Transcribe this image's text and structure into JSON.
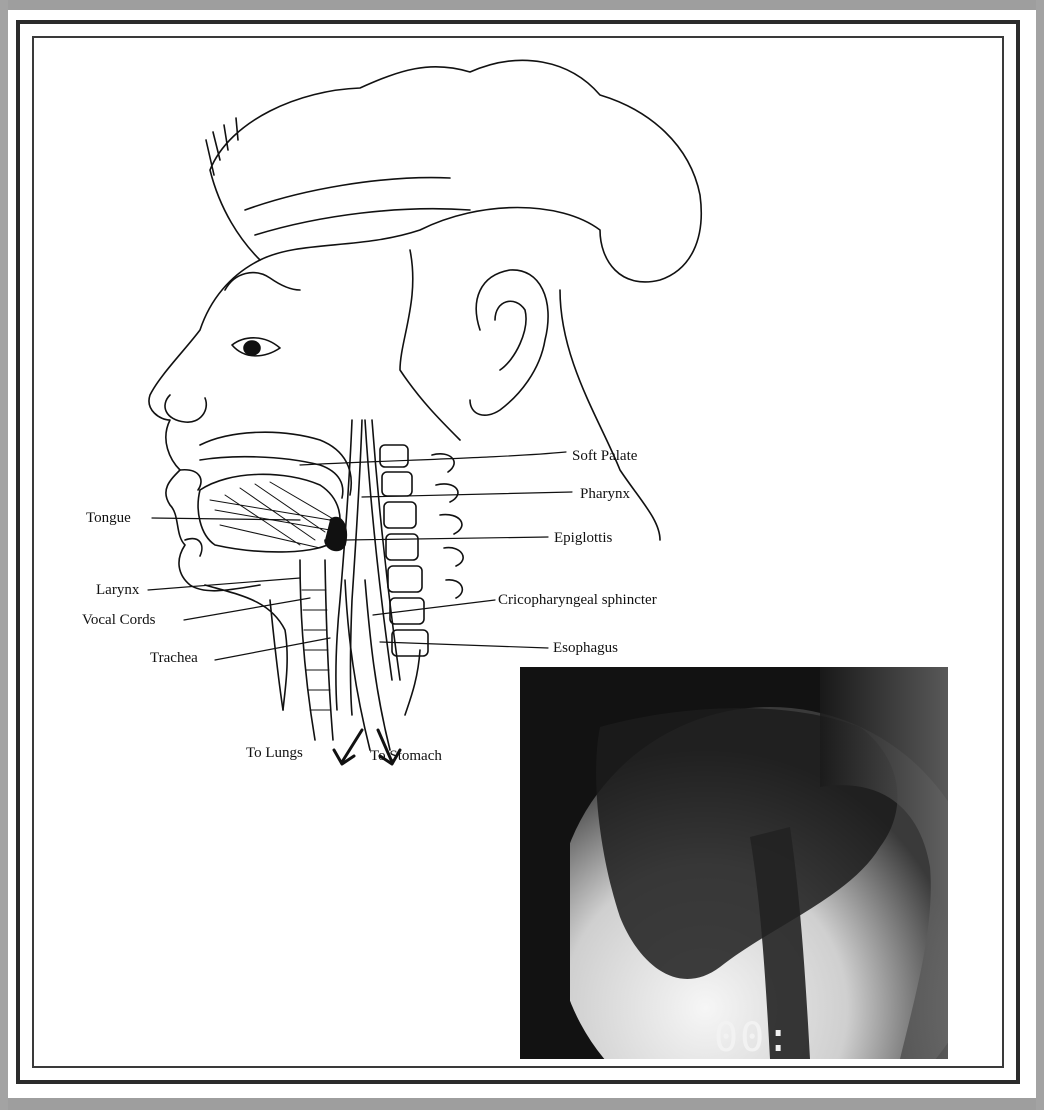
{
  "labels": {
    "soft_palate": "Soft Palate",
    "pharynx": "Pharynx",
    "tongue": "Tongue",
    "epiglottis": "Epiglottis",
    "larynx": "Larynx",
    "vocal_cords": "Vocal Cords",
    "cricopharyngeal_sphincter": "Cricopharyngeal sphincter",
    "trachea": "Trachea",
    "esophagus": "Esophagus",
    "to_lungs": "To Lungs",
    "to_stomach": "To Stomach"
  },
  "xray": {
    "timestamp": "00:"
  },
  "colors": {
    "line": "#111111",
    "xray_dark": "#121212",
    "xray_light": "#f4f4f4"
  }
}
